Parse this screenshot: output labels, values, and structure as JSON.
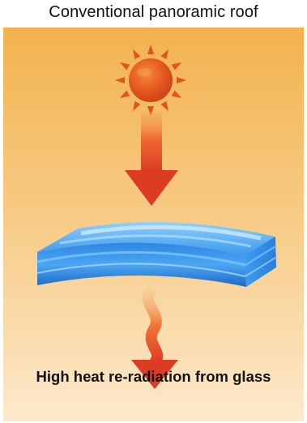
{
  "diagram": {
    "title": "Conventional panoramic roof",
    "caption": "High heat re-radiation from glass",
    "elements": {
      "sun": "sun-icon",
      "incoming_arrow": "incoming-heat-arrow",
      "glass": "glass-panel",
      "outgoing_arrow": "reradiation-wavy-arrow"
    },
    "colors": {
      "background_top": "#f2b24e",
      "background_bottom": "#fde7c8",
      "sun": "#e2541c",
      "arrow": "#e0442a",
      "glass": "#2d84e0"
    }
  }
}
